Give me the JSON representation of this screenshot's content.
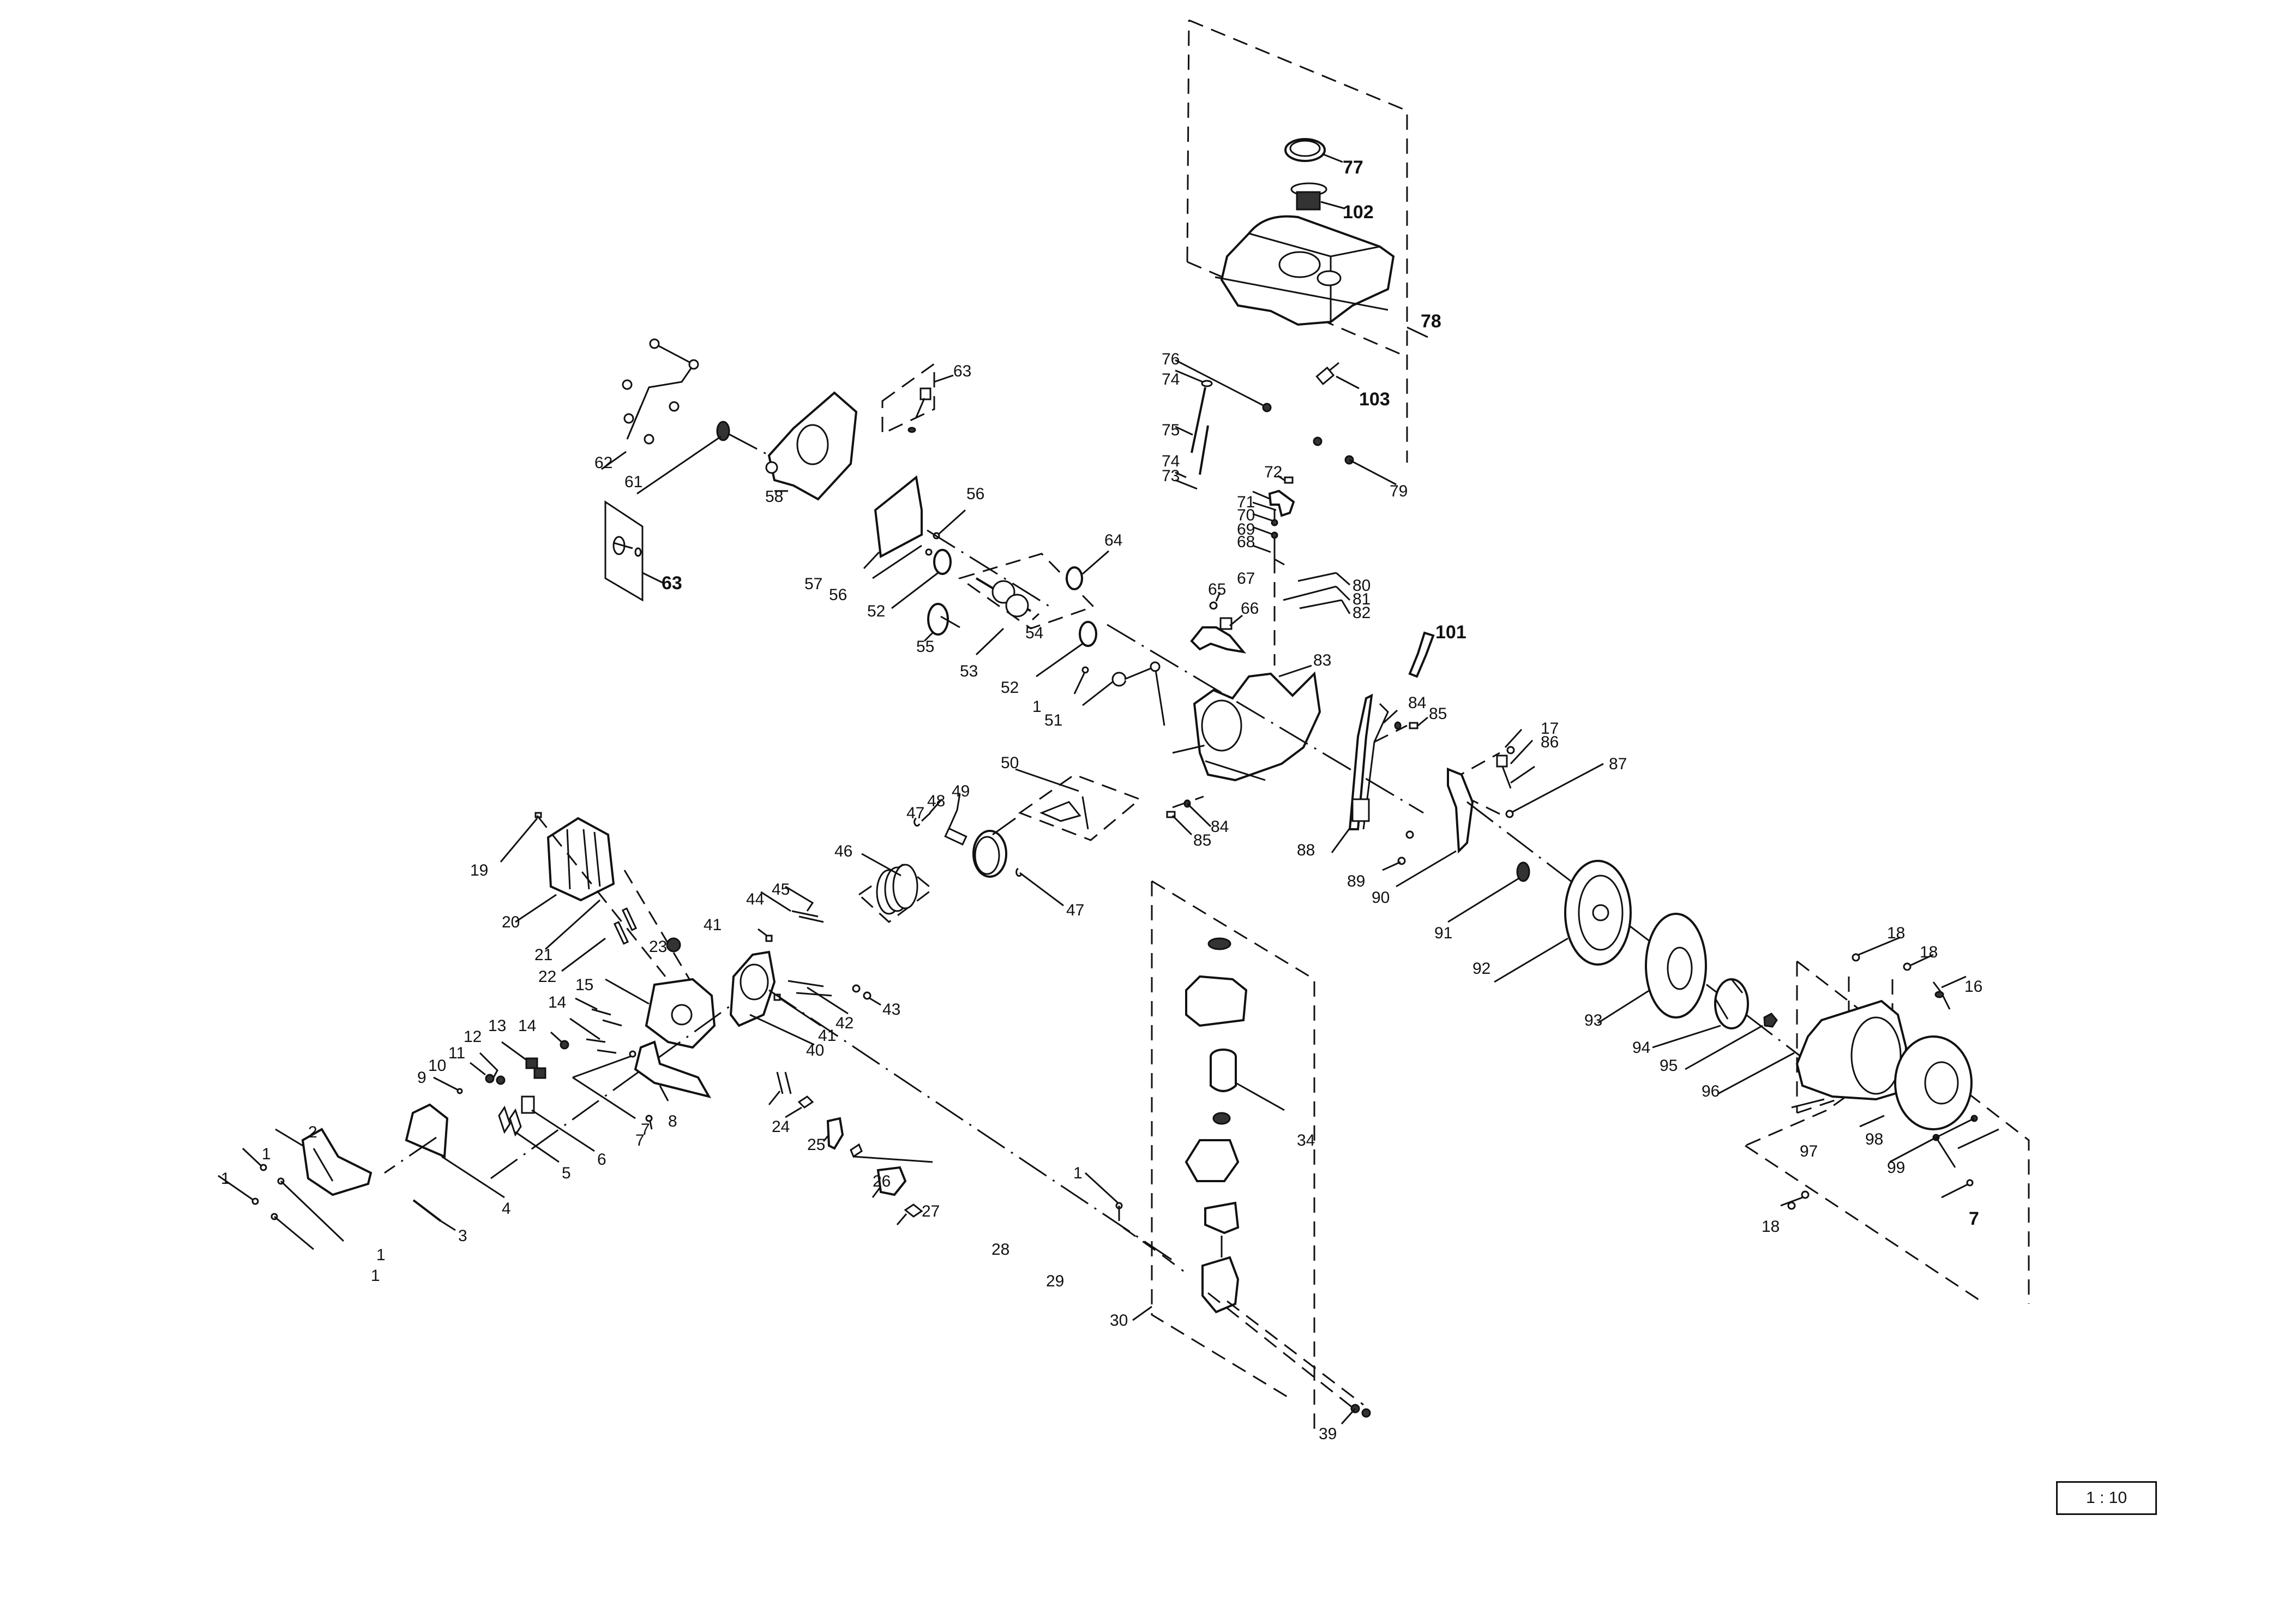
{
  "diagram": {
    "title": "Engine exploded parts view",
    "scale": "1 : 10",
    "callouts": {
      "c77": {
        "label": "77",
        "part": "fuel-cap"
      },
      "c102": {
        "label": "102",
        "part": "fuel-strainer"
      },
      "c78": {
        "label": "78",
        "part": "fuel-tank-assembly"
      },
      "c103": {
        "label": "103",
        "part": "fuel-valve"
      },
      "c76": {
        "label": "76",
        "part": "bolt"
      },
      "c74a": {
        "label": "74",
        "part": "clip"
      },
      "c75": {
        "label": "75",
        "part": "fuel-line"
      },
      "c74b": {
        "label": "74",
        "part": "clip"
      },
      "c73": {
        "label": "73",
        "part": "fuel-line"
      },
      "c72": {
        "label": "72",
        "part": "clamp"
      },
      "c79": {
        "label": "79",
        "part": "nut"
      },
      "c62": {
        "label": "62",
        "part": "crankcase-cover-bolts"
      },
      "c61": {
        "label": "61",
        "part": "oil-seal"
      },
      "c63a": {
        "label": "63",
        "part": "oil-filler-cap-assembly"
      },
      "c63b": {
        "label": "63",
        "part": "oil-dipstick-assembly"
      },
      "c58": {
        "label": "58",
        "part": "crankcase-cover"
      },
      "c57": {
        "label": "57",
        "part": "gasket"
      },
      "c56a": {
        "label": "56",
        "part": "dowel-pin"
      },
      "c56b": {
        "label": "56",
        "part": "dowel-pin"
      },
      "c52a": {
        "label": "52",
        "part": "bearing"
      },
      "c52b": {
        "label": "52",
        "part": "bearing"
      },
      "c53": {
        "label": "53",
        "part": "crankshaft-assembly"
      },
      "c54": {
        "label": "54",
        "part": "key"
      },
      "c55": {
        "label": "55",
        "part": "camshaft"
      },
      "c64": {
        "label": "64",
        "part": "governor-gear"
      },
      "c1e": {
        "label": "1",
        "part": "bolt"
      },
      "c51": {
        "label": "51",
        "part": "governor-arm"
      },
      "c71": {
        "label": "71",
        "part": "control-bracket"
      },
      "c70": {
        "label": "70",
        "part": "pin"
      },
      "c69": {
        "label": "69",
        "part": "washer"
      },
      "c68": {
        "label": "68",
        "part": "washer"
      },
      "c67": {
        "label": "67",
        "part": "governor-shaft"
      },
      "c65": {
        "label": "65",
        "part": "bolt"
      },
      "c66": {
        "label": "66",
        "part": "throttle-control"
      },
      "c80": {
        "label": "80",
        "part": "spring"
      },
      "c81": {
        "label": "81",
        "part": "rod"
      },
      "c82": {
        "label": "82",
        "part": "spring"
      },
      "c101": {
        "label": "101",
        "part": "breather-tube"
      },
      "c83": {
        "label": "83",
        "part": "crankcase"
      },
      "c84a": {
        "label": "84",
        "part": "washer"
      },
      "c85a": {
        "label": "85",
        "part": "drain-plug"
      },
      "c17": {
        "label": "17",
        "part": "bolt"
      },
      "c86": {
        "label": "86",
        "part": "oil-sensor"
      },
      "c87": {
        "label": "87",
        "part": "bolt"
      },
      "c50": {
        "label": "50",
        "part": "connecting-rod-assembly"
      },
      "c49": {
        "label": "49",
        "part": "piston"
      },
      "c48": {
        "label": "48",
        "part": "piston-pin"
      },
      "c47a": {
        "label": "47",
        "part": "circlip"
      },
      "c47b": {
        "label": "47",
        "part": "circlip"
      },
      "c46": {
        "label": "46",
        "part": "piston-rings"
      },
      "c85b": {
        "label": "85",
        "part": "drain-plug"
      },
      "c84b": {
        "label": "84",
        "part": "washer"
      },
      "c88": {
        "label": "88",
        "part": "ignition-coil"
      },
      "c89": {
        "label": "89",
        "part": "bolt"
      },
      "c90": {
        "label": "90",
        "part": "wire-guide"
      },
      "c19": {
        "label": "19",
        "part": "bolt"
      },
      "c20": {
        "label": "20",
        "part": "muffler"
      },
      "c21": {
        "label": "21",
        "part": "stud"
      },
      "c22": {
        "label": "22",
        "part": "push-rod"
      },
      "c23": {
        "label": "23",
        "part": "spark-plug"
      },
      "c15": {
        "label": "15",
        "part": "cylinder-head"
      },
      "c14a": {
        "label": "14",
        "part": "head-bolt"
      },
      "c14b": {
        "label": "14",
        "part": "head-bolt"
      },
      "c13": {
        "label": "13",
        "part": "valve-seal"
      },
      "c12": {
        "label": "12",
        "part": "valve-spring"
      },
      "c11": {
        "label": "11",
        "part": "spring-retainer"
      },
      "c10": {
        "label": "10",
        "part": "retainer"
      },
      "c9": {
        "label": "9",
        "part": "collet"
      },
      "c41a": {
        "label": "41",
        "part": "dowel"
      },
      "c44": {
        "label": "44",
        "part": "valve"
      },
      "c45": {
        "label": "45",
        "part": "valve"
      },
      "c42": {
        "label": "42",
        "part": "push-rod"
      },
      "c43": {
        "label": "43",
        "part": "tappet"
      },
      "c41b": {
        "label": "41",
        "part": "dowel"
      },
      "c40": {
        "label": "40",
        "part": "head-gasket"
      },
      "c7a": {
        "label": "7",
        "part": "bolt"
      },
      "c7b": {
        "label": "7",
        "part": "bolt"
      },
      "c8": {
        "label": "8",
        "part": "heat-shield"
      },
      "c6": {
        "label": "6",
        "part": "guide-plate"
      },
      "c5": {
        "label": "5",
        "part": "rocker-arm"
      },
      "c4": {
        "label": "4",
        "part": "valve-cover-gasket"
      },
      "c3": {
        "label": "3",
        "part": "breather-tube"
      },
      "c2": {
        "label": "2",
        "part": "valve-cover"
      },
      "c1a": {
        "label": "1",
        "part": "bolt"
      },
      "c1b": {
        "label": "1",
        "part": "bolt"
      },
      "c1c": {
        "label": "1",
        "part": "bolt"
      },
      "c1d": {
        "label": "1",
        "part": "bolt"
      },
      "c24": {
        "label": "24",
        "part": "stud"
      },
      "c25": {
        "label": "25",
        "part": "insulator-gasket"
      },
      "c26": {
        "label": "26",
        "part": "insulator"
      },
      "c27": {
        "label": "27",
        "part": "gasket"
      },
      "c28": {
        "label": "28",
        "part": "carburetor"
      },
      "c29": {
        "label": "29",
        "part": "gasket"
      },
      "c1f": {
        "label": "1",
        "part": "bolt"
      },
      "c30": {
        "label": "30",
        "part": "air-cleaner-assembly"
      },
      "c34": {
        "label": "34",
        "part": "air-filter-element"
      },
      "c39": {
        "label": "39",
        "part": "nut"
      },
      "c91": {
        "label": "91",
        "part": "oil-seal"
      },
      "c92": {
        "label": "92",
        "part": "flywheel"
      },
      "c93": {
        "label": "93",
        "part": "cooling-fan"
      },
      "c94": {
        "label": "94",
        "part": "starter-pulley"
      },
      "c95": {
        "label": "95",
        "part": "flywheel-nut"
      },
      "c96": {
        "label": "96",
        "part": "fan-cover-assembly"
      },
      "c97": {
        "label": "97",
        "part": "fan-cover"
      },
      "c18a": {
        "label": "18",
        "part": "bolt"
      },
      "c18b": {
        "label": "18",
        "part": "bolt"
      },
      "c18c": {
        "label": "18",
        "part": "bolt"
      },
      "c16": {
        "label": "16",
        "part": "stop-switch"
      },
      "c98": {
        "label": "98",
        "part": "recoil-starter"
      },
      "c99": {
        "label": "99",
        "part": "starter-bolts"
      },
      "c7c": {
        "label": "7",
        "part": "bolt"
      }
    }
  }
}
